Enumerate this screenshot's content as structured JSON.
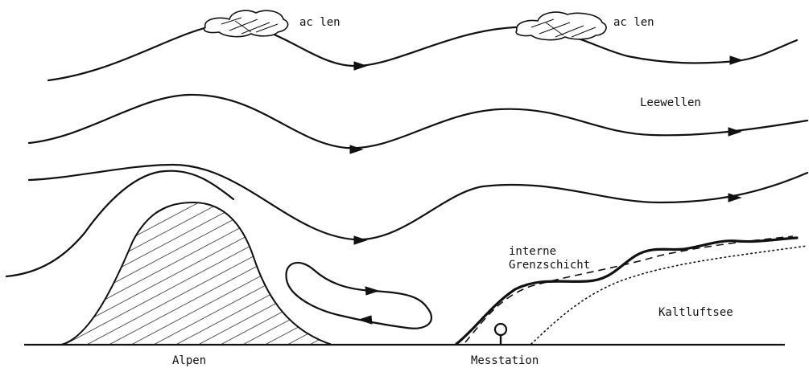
{
  "labels": {
    "cloud_left": "ac len",
    "cloud_right": "ac len",
    "leewellen": "Leewellen",
    "interne_line1": "interne",
    "interne_line2": "Grenzschicht",
    "kaltluftsee": "Kaltluftsee",
    "alpen": "Alpen",
    "messtation": "Messtation"
  }
}
